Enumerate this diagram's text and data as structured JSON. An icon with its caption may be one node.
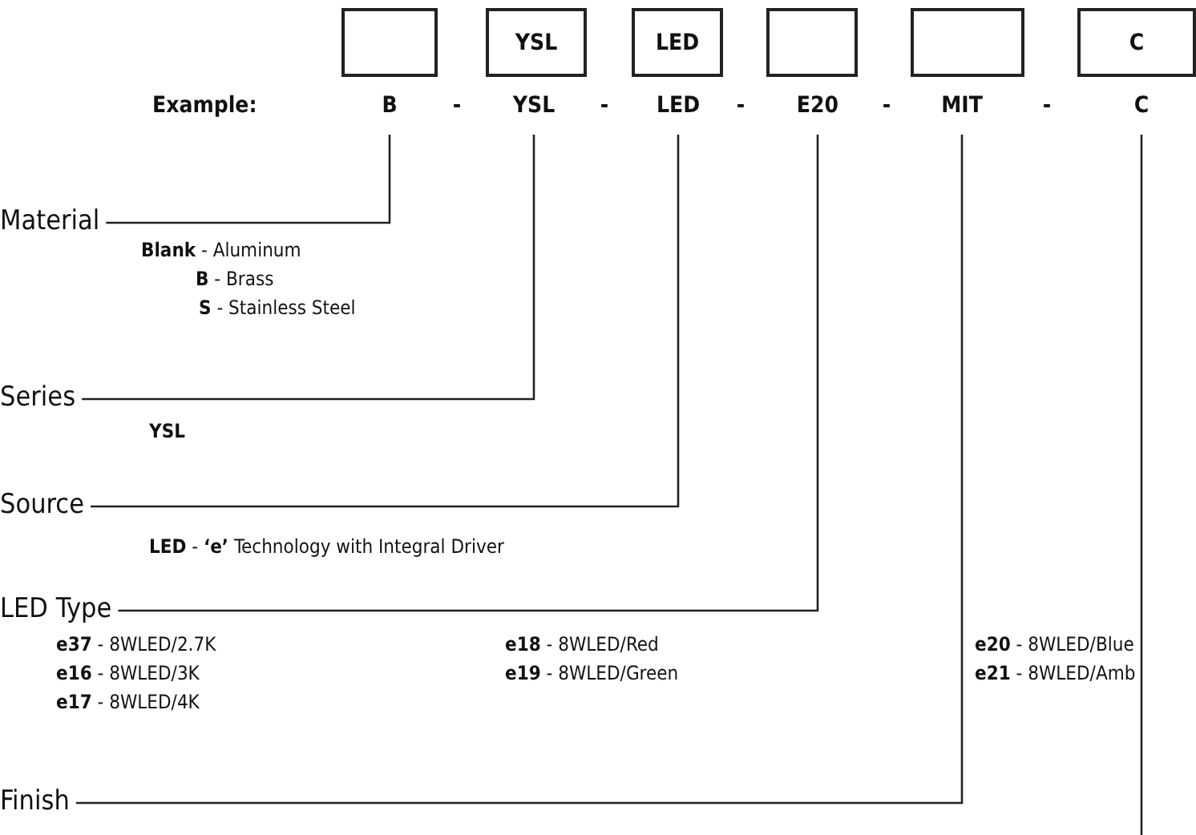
{
  "diagram": {
    "nodes": [
      {
        "text": [],
        "shape": "box"
      },
      {
        "text": [
          "YSL"
        ]
      },
      {
        "text": [
          "LED"
        ]
      },
      {
        "text": [],
        "shape": "box"
      },
      {
        "text": [],
        "shape": "box"
      },
      {
        "text": [
          "C"
        ]
      },
      {
        "text": [
          "B"
        ]
      },
      {
        "text": [
          "YSL"
        ]
      },
      {
        "text": [
          "LED"
        ]
      },
      {
        "text": [
          "E20"
        ]
      },
      {
        "text": [
          "MIT"
        ]
      },
      {
        "text": [
          "C"
        ]
      },
      {
        "text": [
          "Material"
        ]
      },
      {
        "text": [
          "Series"
        ]
      },
      {
        "text": [
          "Source"
        ]
      },
      {
        "text": [
          "LED Type"
        ]
      },
      {
        "text": [
          "Finish"
        ]
      }
    ],
    "edges": [
      {
        "from": 6,
        "to": 12,
        "arrow": "none"
      },
      {
        "from": 7,
        "to": 13,
        "arrow": "none"
      },
      {
        "from": 8,
        "to": 14,
        "arrow": "none"
      },
      {
        "from": 9,
        "to": 15,
        "arrow": "none"
      },
      {
        "from": 10,
        "to": 16,
        "arrow": "none"
      },
      {
        "from": 11,
        "to": null,
        "arrow": "none"
      }
    ],
    "labels": [
      "Example:",
      "-",
      "-",
      "-",
      "-",
      "-",
      "**Blank** - Aluminum",
      "**B** - Brass",
      "**S** - Stainless Steel",
      "**YSL**",
      "**LED** - **‘e’** Technology with Integral Driver",
      "**e37** - 8WLED/2.7K",
      "**e18** - 8WLED/Red",
      "**e20** - 8WLED/Blue",
      "**e16** - 8WLED/3K",
      "**e19** - 8WLED/Green",
      "**e21** - 8WLED/Amb",
      "**e17** - 8WLED/4K"
    ]
  }
}
